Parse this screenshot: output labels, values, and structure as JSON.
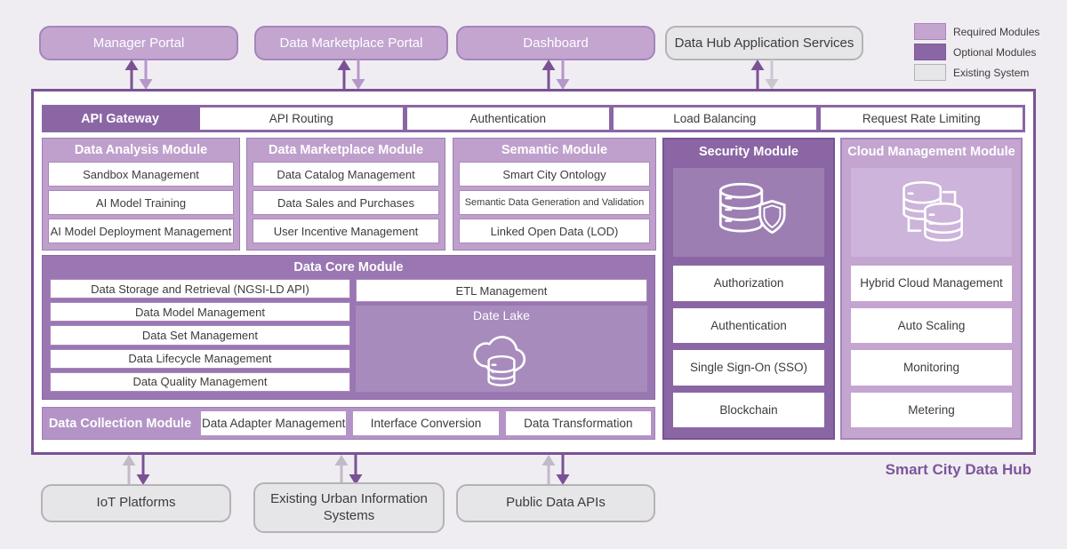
{
  "portals": [
    {
      "label": "Manager Portal"
    },
    {
      "label": "Data Marketplace Portal"
    },
    {
      "label": "Dashboard"
    },
    {
      "label": "Data Hub Application Services"
    }
  ],
  "legend": {
    "items": [
      {
        "label": "Required Modules",
        "color": "#c3a5d0"
      },
      {
        "label": "Optional Modules",
        "color": "#8b66a4"
      },
      {
        "label": "Existing System",
        "color": "#e6e5e7"
      }
    ]
  },
  "api_gateway": {
    "label": "API Gateway",
    "items": [
      "API Routing",
      "Authentication",
      "Load Balancing",
      "Request Rate Limiting"
    ]
  },
  "data_analysis": {
    "title": "Data Analysis Module",
    "items": [
      "Sandbox Management",
      "AI Model Training",
      "AI Model Deployment Management"
    ]
  },
  "data_marketplace": {
    "title": "Data Marketplace Module",
    "items": [
      "Data Catalog Management",
      "Data Sales and Purchases",
      "User Incentive Management"
    ]
  },
  "semantic": {
    "title": "Semantic Module",
    "items": [
      "Smart City Ontology",
      "Semantic Data Generation and Validation",
      "Linked Open Data (LOD)"
    ]
  },
  "security": {
    "title": "Security Module",
    "icon": "database-shield-icon",
    "items": [
      "Authorization",
      "Authentication",
      "Single Sign-On (SSO)",
      "Blockchain"
    ]
  },
  "cloud_management": {
    "title": "Cloud Management Module",
    "icon": "stacked-servers-icon",
    "items": [
      "Hybrid Cloud Management",
      "Auto Scaling",
      "Monitoring",
      "Metering"
    ]
  },
  "data_core": {
    "title": "Data Core Module",
    "items": [
      "Data Storage and Retrieval (NGSI-LD API)",
      "Data Model Management",
      "Data Set Management",
      "Data Lifecycle Management",
      "Data Quality Management"
    ],
    "etl_label": "ETL Management",
    "lake_label": "Date Lake",
    "lake_icon": "cloud-database-icon"
  },
  "data_collection": {
    "label": "Data Collection Module",
    "items": [
      "Data Adapter Management",
      "Interface Conversion",
      "Data Transformation"
    ]
  },
  "external_systems": [
    {
      "label": "IoT Platforms"
    },
    {
      "label": "Existing Urban Information Systems"
    },
    {
      "label": "Public Data APIs"
    }
  ],
  "caption": "Smart City Data Hub",
  "colors": {
    "required": "#c3a5d0",
    "optional": "#8b66a4",
    "existing": "#e6e5e7",
    "border_dark": "#7a5294",
    "arrow_dark": "#7a5294",
    "arrow_light": "#b697c9",
    "arrow_gray": "#ccc5d1"
  }
}
